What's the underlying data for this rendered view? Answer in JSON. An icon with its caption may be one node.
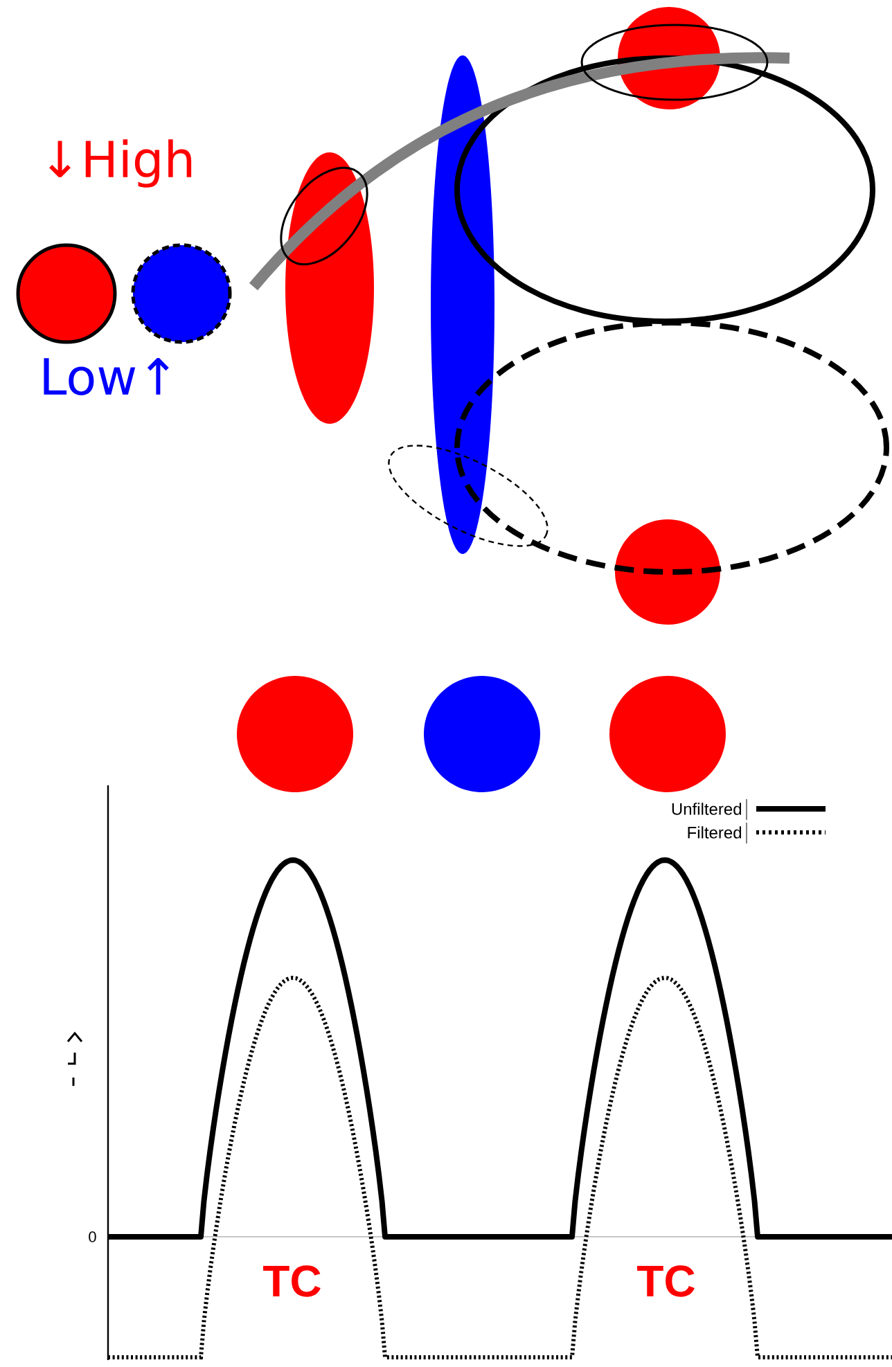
{
  "diagram": {
    "labels": [
      "↓High",
      "Low↑",
      "0",
      "TC",
      "TC"
    ],
    "legend": [
      {
        "text": "Unfiltered"
      },
      {
        "text": "Filtered"
      }
    ]
  }
}
